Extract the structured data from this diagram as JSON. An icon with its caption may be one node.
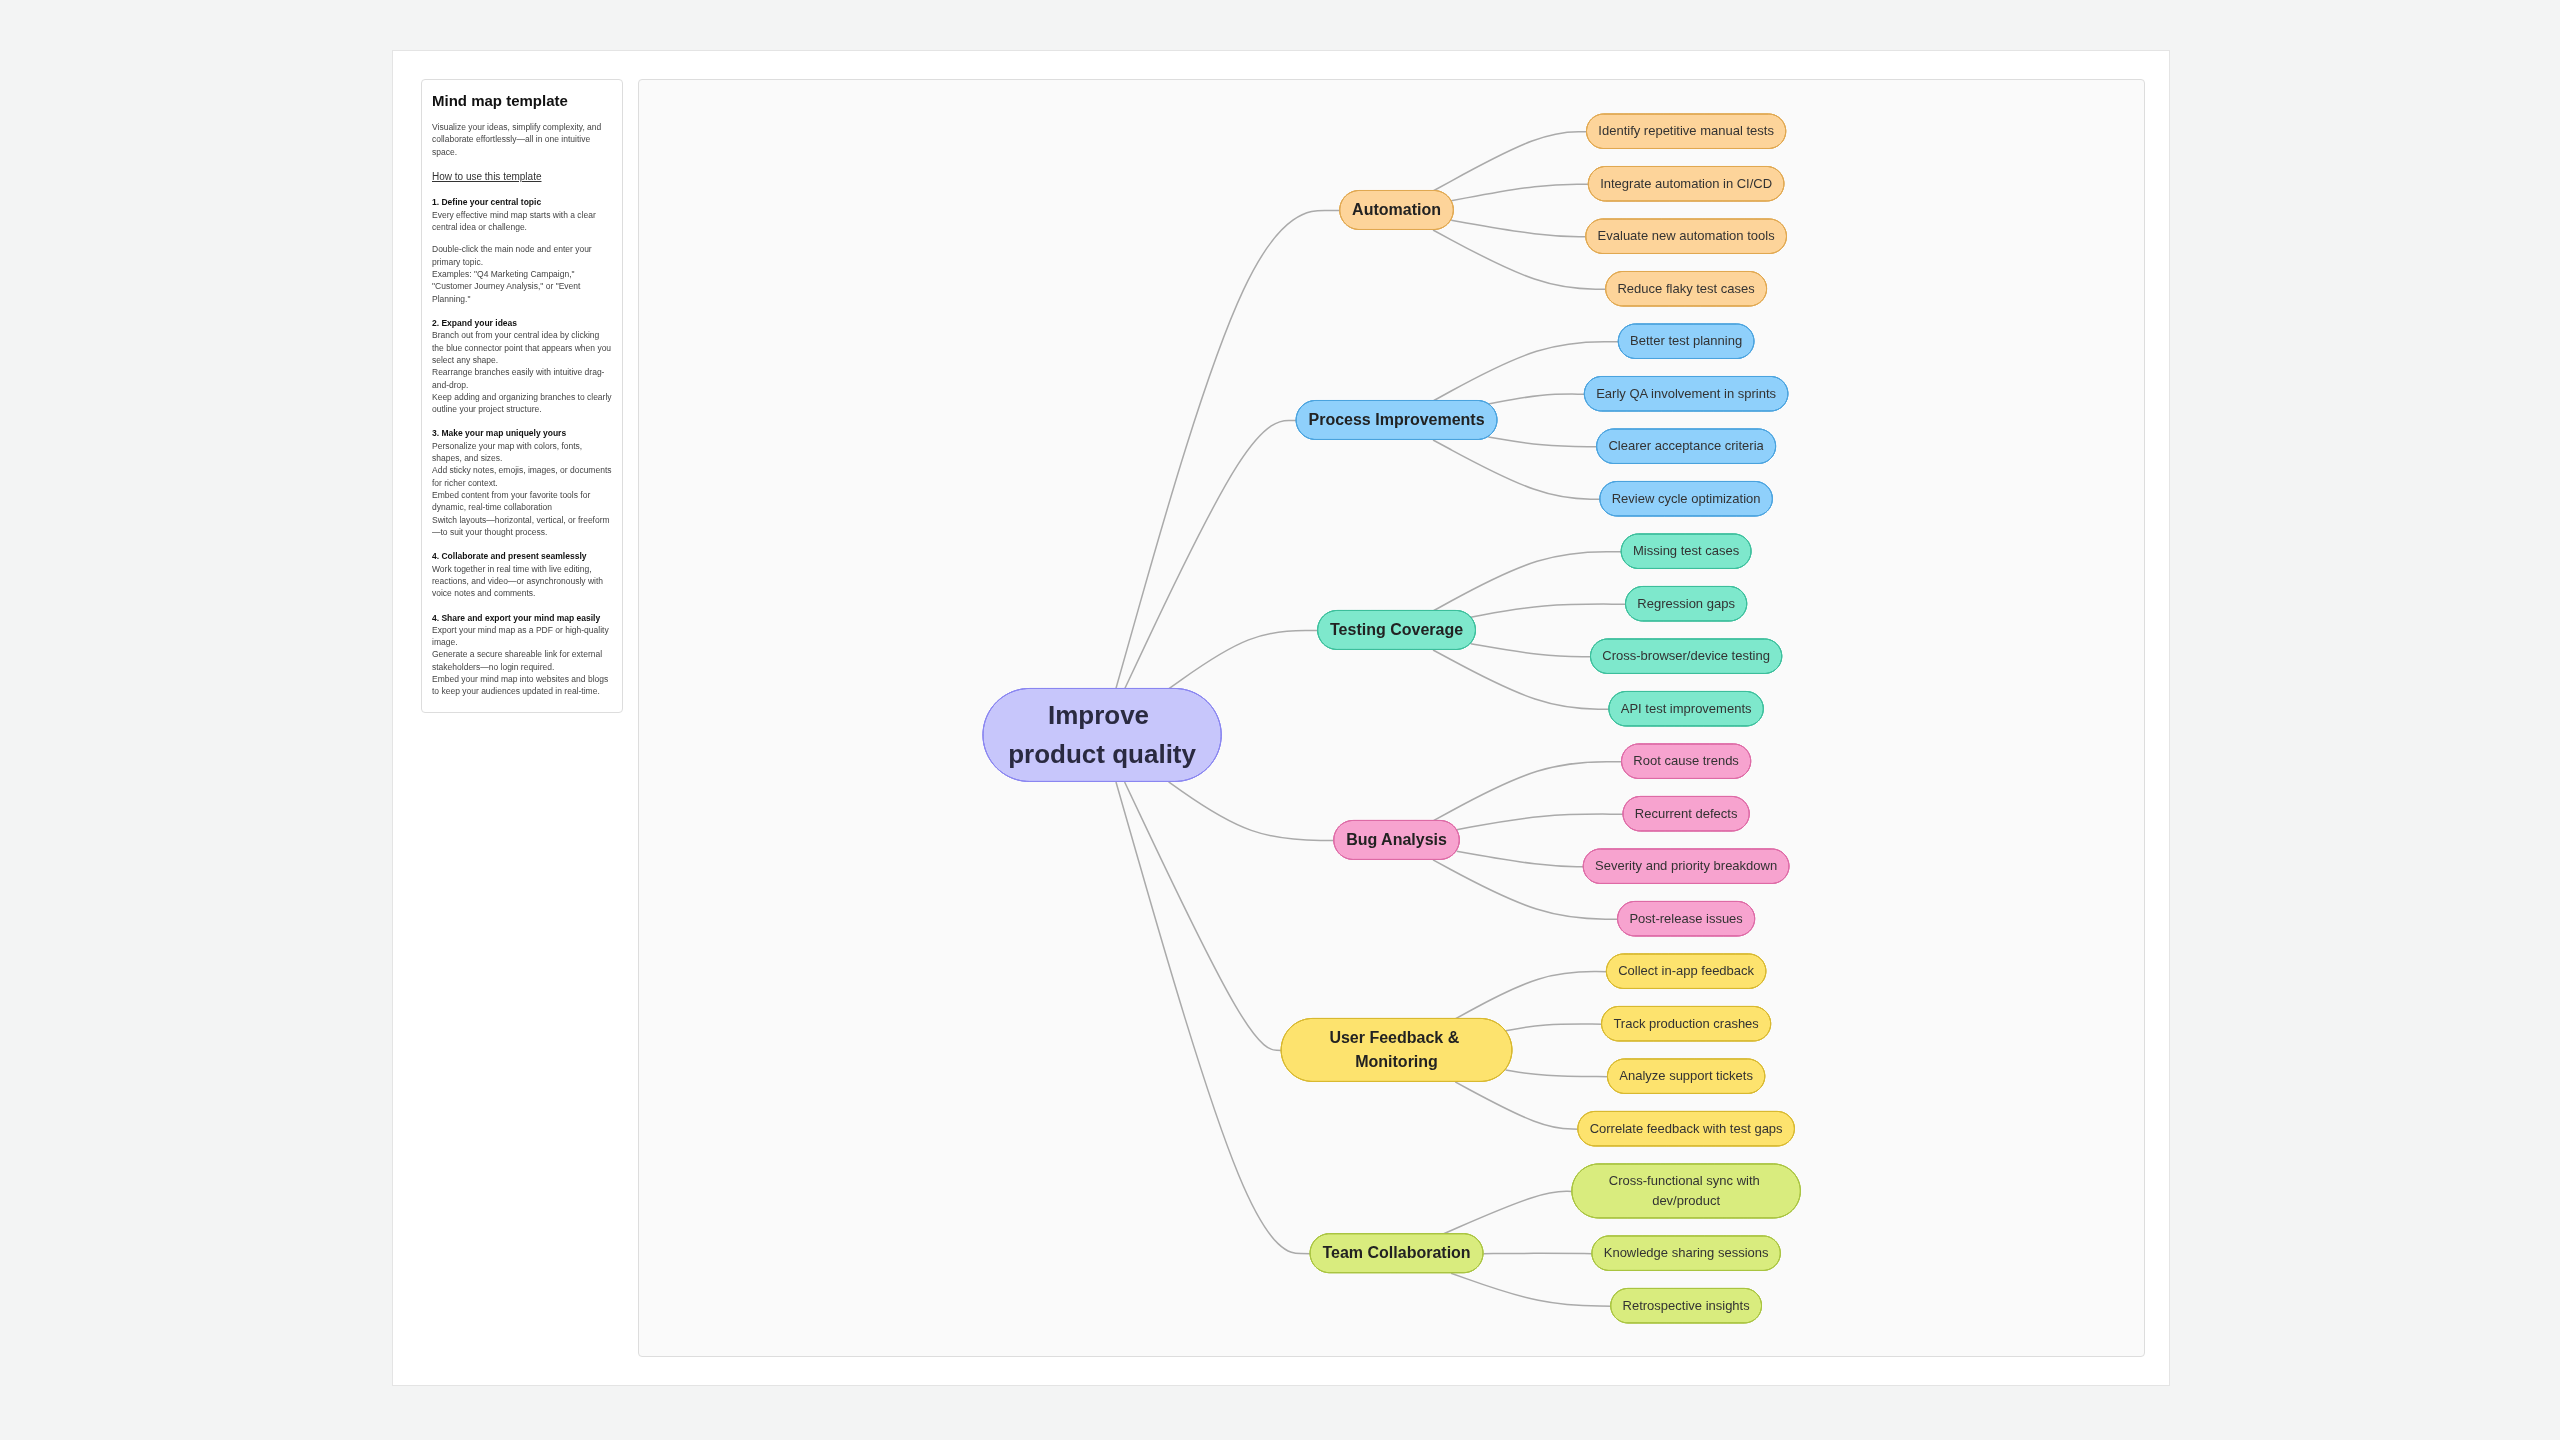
{
  "diagram": {
    "title": "Mind map template",
    "nodes": [
      {
        "text": [
          "Improve product quality"
        ]
      },
      {
        "text": [
          "Automation"
        ]
      },
      {
        "text": [
          "Identify repetitive manual tests"
        ]
      },
      {
        "text": [
          "Integrate automation in CI/CD"
        ]
      },
      {
        "text": [
          "Evaluate new automation tools"
        ]
      },
      {
        "text": [
          "Reduce flaky test cases"
        ]
      },
      {
        "text": [
          "Process Improvements"
        ]
      },
      {
        "text": [
          "Better test planning"
        ]
      },
      {
        "text": [
          "Early QA involvement in sprints"
        ]
      },
      {
        "text": [
          "Clearer acceptance criteria"
        ]
      },
      {
        "text": [
          "Review cycle optimization"
        ]
      },
      {
        "text": [
          "Testing Coverage"
        ]
      },
      {
        "text": [
          "Missing test cases"
        ]
      },
      {
        "text": [
          "Regression gaps"
        ]
      },
      {
        "text": [
          "Cross-browser/device testing"
        ]
      },
      {
        "text": [
          "API test improvements"
        ]
      },
      {
        "text": [
          "Bug Analysis"
        ]
      },
      {
        "text": [
          "Root cause trends"
        ]
      },
      {
        "text": [
          "Recurrent defects"
        ]
      },
      {
        "text": [
          "Severity and priority breakdown"
        ]
      },
      {
        "text": [
          "Post-release issues"
        ]
      },
      {
        "text": [
          "User Feedback & Monitoring"
        ]
      },
      {
        "text": [
          "Collect in-app feedback"
        ]
      },
      {
        "text": [
          "Track production crashes"
        ]
      },
      {
        "text": [
          "Analyze support tickets"
        ]
      },
      {
        "text": [
          "Correlate feedback with test gaps"
        ]
      },
      {
        "text": [
          "Team Collaboration"
        ]
      },
      {
        "text": [
          "Cross-functional sync with dev/product"
        ]
      },
      {
        "text": [
          "Knowledge sharing sessions"
        ]
      },
      {
        "text": [
          "Retrospective insights"
        ]
      }
    ],
    "edges": [
      {
        "from": 0,
        "to": 1,
        "arrow": "none"
      },
      {
        "from": 1,
        "to": 2,
        "arrow": "none"
      },
      {
        "from": 1,
        "to": 3,
        "arrow": "none"
      },
      {
        "from": 1,
        "to": 4,
        "arrow": "none"
      },
      {
        "from": 1,
        "to": 5,
        "arrow": "none"
      },
      {
        "from": 0,
        "to": 6,
        "arrow": "none"
      },
      {
        "from": 6,
        "to": 7,
        "arrow": "none"
      },
      {
        "from": 6,
        "to": 8,
        "arrow": "none"
      },
      {
        "from": 6,
        "to": 9,
        "arrow": "none"
      },
      {
        "from": 6,
        "to": 10,
        "arrow": "none"
      },
      {
        "from": 0,
        "to": 11,
        "arrow": "none"
      },
      {
        "from": 11,
        "to": 12,
        "arrow": "none"
      },
      {
        "from": 11,
        "to": 13,
        "arrow": "none"
      },
      {
        "from": 11,
        "to": 14,
        "arrow": "none"
      },
      {
        "from": 11,
        "to": 15,
        "arrow": "none"
      },
      {
        "from": 0,
        "to": 16,
        "arrow": "none"
      },
      {
        "from": 16,
        "to": 17,
        "arrow": "none"
      },
      {
        "from": 16,
        "to": 18,
        "arrow": "none"
      },
      {
        "from": 16,
        "to": 19,
        "arrow": "none"
      },
      {
        "from": 16,
        "to": 20,
        "arrow": "none"
      },
      {
        "from": 0,
        "to": 21,
        "arrow": "none"
      },
      {
        "from": 21,
        "to": 22,
        "arrow": "none"
      },
      {
        "from": 21,
        "to": 23,
        "arrow": "none"
      },
      {
        "from": 21,
        "to": 24,
        "arrow": "none"
      },
      {
        "from": 21,
        "to": 25,
        "arrow": "none"
      },
      {
        "from": 0,
        "to": 26,
        "arrow": "none"
      },
      {
        "from": 26,
        "to": 27,
        "arrow": "none"
      },
      {
        "from": 26,
        "to": 28,
        "arrow": "none"
      },
      {
        "from": 26,
        "to": 29,
        "arrow": "none"
      }
    ],
    "labels": [
      "Visualize your ideas, simplify complexity, and collaborate effortlessly—all in one intuitive space.",
      "How to use this template",
      "1. Define your central topic",
      "Every effective mind map starts with a clear central idea or challenge.",
      "Double-click the main node and enter your primary topic.",
      "Examples: \"Q4 Marketing Campaign,\" \"Customer Journey Analysis,\" or \"Event Planning.\"",
      "2. Expand your ideas",
      "Branch out from your central idea by clicking the blue connector point that appears when you select any shape.",
      "Rearrange branches easily with intuitive drag-and-drop.",
      "Keep adding and organizing branches to clearly outline your project structure.",
      "3. Make your map uniquely yours",
      "Personalize your map with colors, fonts, shapes, and sizes.",
      "Add sticky notes, emojis, images, or documents for richer context.",
      "Embed content from your favorite tools for dynamic, real-time collaboration",
      "Switch layouts—horizontal, vertical, or freeform—to suit your thought process.",
      "4. Collaborate and present seamlessly",
      "Work together in real time with live editing, reactions, and video—or asynchronously with voice notes and comments.",
      "4. Share and export your mind map easily",
      "Export your mind map as a PDF or high-quality image.",
      "Generate a secure shareable link for external stakeholders—no login required.",
      "Embed your mind map into websites and blogs to keep your audiences updated in real-time."
    ]
  }
}
